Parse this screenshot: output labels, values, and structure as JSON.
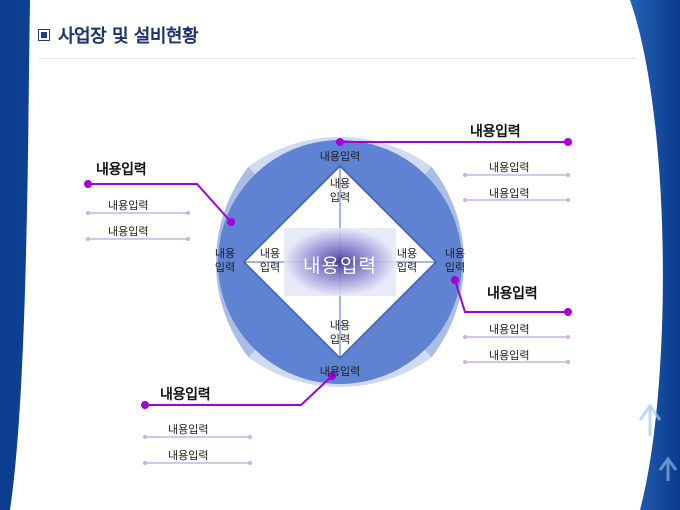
{
  "title": "사업장 및 설비현황",
  "diagram": {
    "center": "내용입력",
    "ring_top": "내용입력",
    "ring_bottom": "내용입력",
    "ring_left": [
      "내용",
      "입력"
    ],
    "ring_right": [
      "내용",
      "입력"
    ],
    "diamond_top": [
      "내용",
      "입력"
    ],
    "diamond_bottom": [
      "내용",
      "입력"
    ],
    "diamond_left": [
      "내용",
      "입력"
    ],
    "diamond_right": [
      "내용",
      "입력"
    ]
  },
  "callouts": {
    "top_right": {
      "heading": "내용입력",
      "items": [
        "내용입력",
        "내용입력"
      ]
    },
    "left": {
      "heading": "내용입력",
      "items": [
        "내용입력",
        "내용입력"
      ]
    },
    "right": {
      "heading": "내용입력",
      "items": [
        "내용입력",
        "내용입력"
      ]
    },
    "bottom_left": {
      "heading": "내용입력",
      "items": [
        "내용입력",
        "내용입력"
      ]
    }
  },
  "colors": {
    "accent_line": "#a400d8",
    "item_line": "#c9a6e6",
    "ring_light": "#c7d3ee",
    "ring_mid": "#8ea6db",
    "ring_dark": "#5b7fcf",
    "title": "#1a3470"
  }
}
